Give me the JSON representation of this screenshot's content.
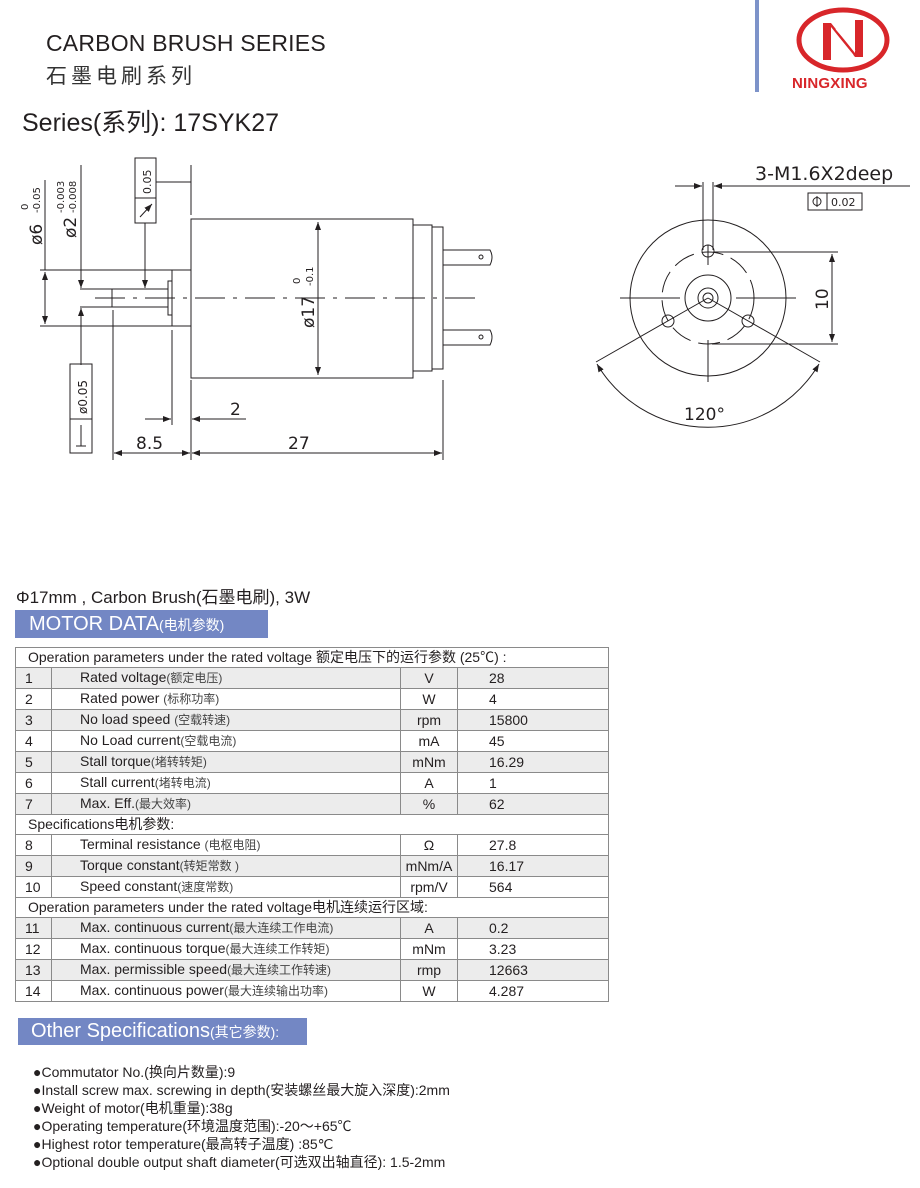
{
  "header": {
    "title_en": "CARBON BRUSH SERIES",
    "title_cn": "石墨电刷系列",
    "series": "Series(系列):  17SYK27"
  },
  "logo": {
    "brand": "NINGXING",
    "color": "#d8262a"
  },
  "drawing": {
    "dia6": "ø6",
    "dia6_tol_up": "0",
    "dia6_tol_low": "-0.05",
    "dia2": "ø2",
    "dia2_tol_up": "-0.003",
    "dia2_tol_low": "-0.008",
    "runout_tol": "0.05",
    "perp_tol": "ø0.05",
    "dia17": "ø17",
    "dia17_tol_up": "0",
    "dia17_tol_low": "-0.1",
    "dim_2": "2",
    "dim_8_5": "8.5",
    "dim_27": "27",
    "thread": "3-M1.6X2deep",
    "position_tol": "0.02",
    "dim_10": "10",
    "angle": "120°"
  },
  "subtitle": "Φ17mm , Carbon Brush(石墨电刷),  3W",
  "motor_data": {
    "heading": "MOTOR DATA",
    "heading_cn": "(电机参数)",
    "sections": [
      {
        "title": "Operation parameters under the rated voltage  额定电压下的运行参数 (25℃) :",
        "rows": [
          {
            "n": "1",
            "en": "Rated voltage",
            "cn": "(额定电压)",
            "unit": "V",
            "value": "28"
          },
          {
            "n": "2",
            "en": "Rated power ",
            "cn": "(标称功率)",
            "unit": "W",
            "value": "4"
          },
          {
            "n": "3",
            "en": "No load speed ",
            "cn": "(空载转速)",
            "unit": "rpm",
            "value": "15800"
          },
          {
            "n": "4",
            "en": "No Load current",
            "cn": "(空载电流)",
            "unit": "mA",
            "value": "45"
          },
          {
            "n": "5",
            "en": "Stall torque",
            "cn": "(堵转转矩)",
            "unit": "mNm",
            "value": "16.29"
          },
          {
            "n": "6",
            "en": "Stall current",
            "cn": "(堵转电流)",
            "unit": "A",
            "value": "1"
          },
          {
            "n": "7",
            "en": "Max. Eff.",
            "cn": "(最大效率)",
            "unit": "%",
            "value": "62"
          }
        ]
      },
      {
        "title": "Specifications电机参数:",
        "rows": [
          {
            "n": "8",
            "en": "Terminal resistance ",
            "cn": "(电枢电阻)",
            "unit": "Ω",
            "value": "27.8"
          },
          {
            "n": "9",
            "en": "Torque constant",
            "cn": "(转矩常数 )",
            "unit": "mNm/A",
            "value": "16.17"
          },
          {
            "n": "10",
            "en": "Speed constant",
            "cn": "(速度常数)",
            "unit": "rpm/V",
            "value": "564"
          }
        ]
      },
      {
        "title": "Operation parameters under the rated voltage电机连续运行区域:",
        "rows": [
          {
            "n": "11",
            "en": "Max. continuous current",
            "cn": "(最大连续工作电流)",
            "unit": "A",
            "value": "0.2"
          },
          {
            "n": "12",
            "en": "Max. continuous torque",
            "cn": "(最大连续工作转矩)",
            "unit": "mNm",
            "value": "3.23"
          },
          {
            "n": "13",
            "en": "Max. permissible speed",
            "cn": "(最大连续工作转速)",
            "unit": "rmp",
            "value": "12663"
          },
          {
            "n": "14",
            "en": "Max. continuous power",
            "cn": "(最大连续输出功率)",
            "unit": "W",
            "value": "4.287"
          }
        ]
      }
    ]
  },
  "other": {
    "heading": "Other Specifications",
    "heading_cn": "(其它参数):",
    "items": [
      "Commutator No.(换向片数量):9",
      "Install screw max. screwing in depth(安装螺丝最大旋入深度):2mm",
      "Weight of motor(电机重量):38g",
      "Operating temperature(环境温度范围):-20～+65℃",
      "Highest rotor temperature(最高转子温度) :85℃",
      "Optional double output shaft diameter(可选双出轴直径): 1.5-2mm"
    ]
  }
}
